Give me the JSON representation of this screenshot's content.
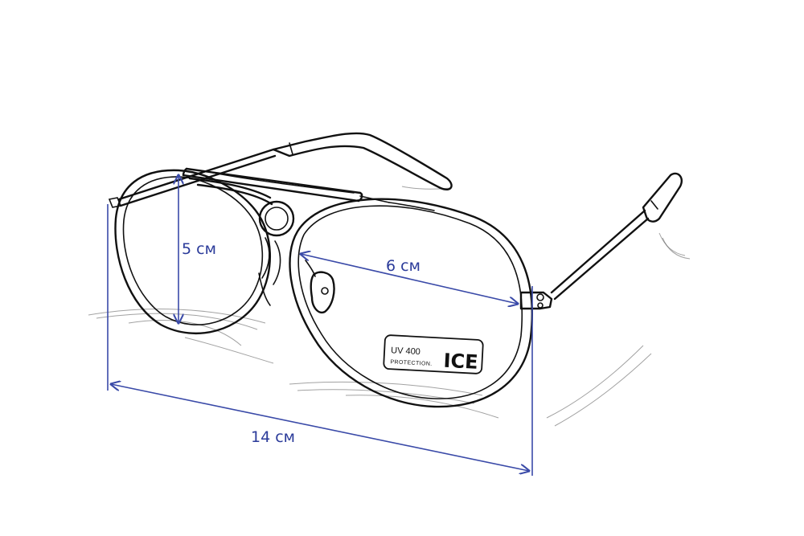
{
  "dimensions": {
    "lens_height": "5 см",
    "lens_width": "6 см",
    "total_width": "14 см"
  },
  "lens_sticker": {
    "line1": "UV 400",
    "line2": "PROTECTION.",
    "brand": "ICE"
  },
  "colors": {
    "dimension": "#2b3b9a",
    "frame": "#111111",
    "background": "#ffffff"
  }
}
